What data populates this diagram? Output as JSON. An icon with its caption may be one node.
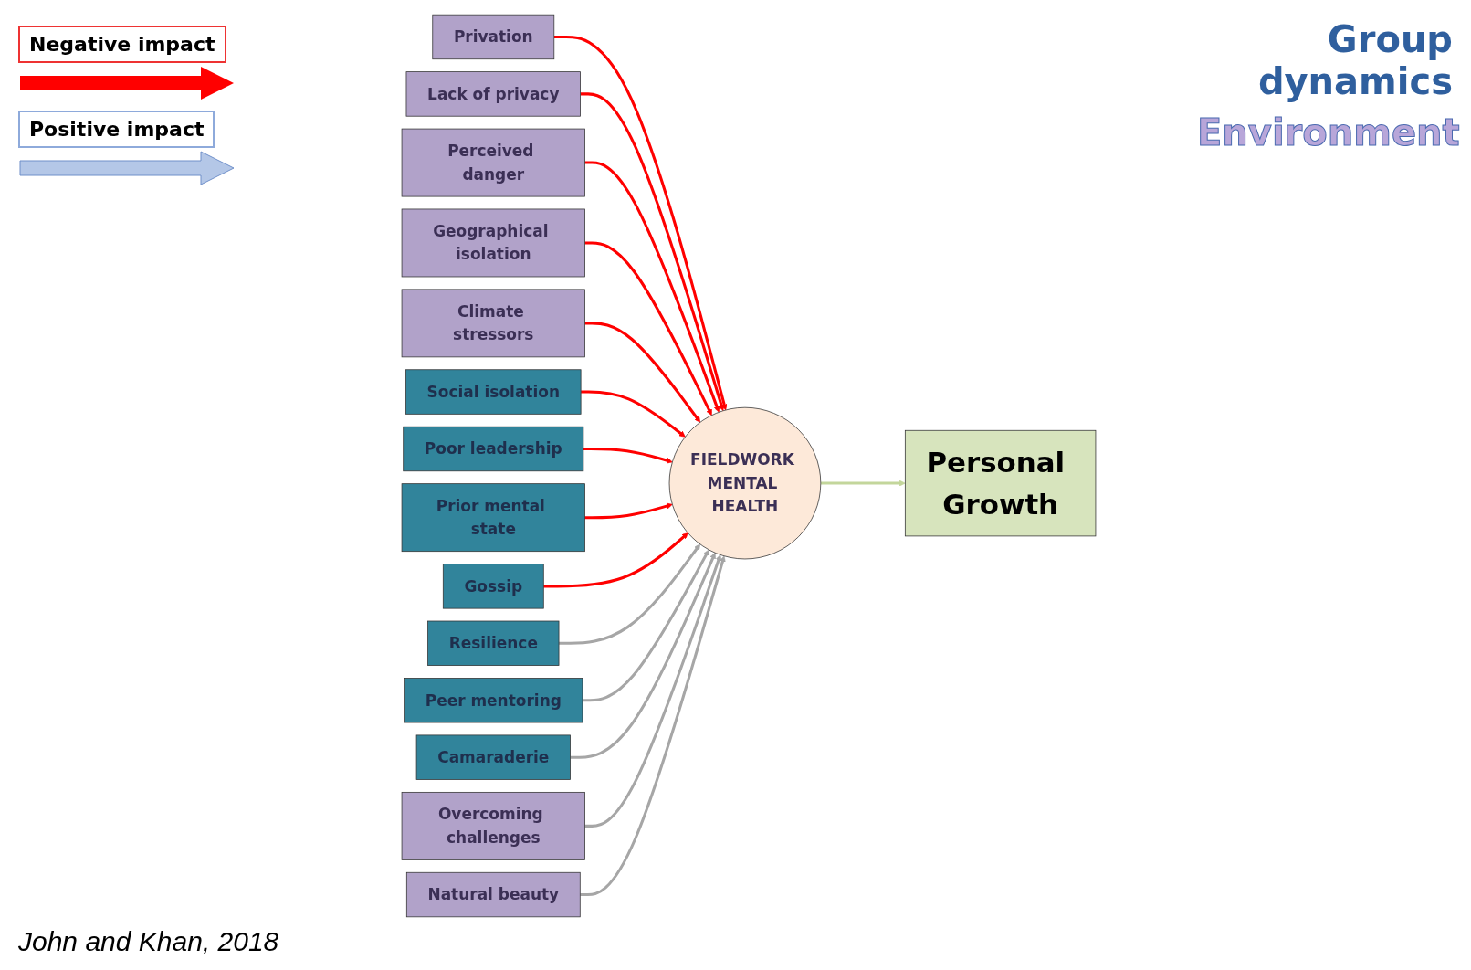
{
  "diagram": {
    "caption": "John and Khan, 2018",
    "nodes": [
      {
        "text": [
          "FIELDWORK MENTAL HEALTH"
        ]
      },
      {
        "text": [
          "Privation"
        ]
      },
      {
        "text": [
          "Lack of privacy"
        ]
      },
      {
        "text": [
          "Perceived danger"
        ]
      },
      {
        "text": [
          "Geographical isolation"
        ]
      },
      {
        "text": [
          "Climate stressors"
        ]
      },
      {
        "text": [
          "Social isolation"
        ]
      },
      {
        "text": [
          "Poor leadership"
        ]
      },
      {
        "text": [
          "Prior mental state"
        ]
      },
      {
        "text": [
          "Gossip"
        ]
      },
      {
        "text": [
          "Resilience"
        ]
      },
      {
        "text": [
          "Peer mentoring"
        ]
      },
      {
        "text": [
          "Camaraderie"
        ]
      },
      {
        "text": [
          "Overcoming challenges"
        ]
      },
      {
        "text": [
          "Natural beauty"
        ]
      },
      {
        "text": [
          "Personal Growth"
        ]
      }
    ],
    "edges": [
      {
        "from": 1,
        "to": 0,
        "arrow": "to"
      },
      {
        "from": 2,
        "to": 0,
        "arrow": "to"
      },
      {
        "from": 3,
        "to": 0,
        "arrow": "to"
      },
      {
        "from": 4,
        "to": 0,
        "arrow": "to"
      },
      {
        "from": 5,
        "to": 0,
        "arrow": "to"
      },
      {
        "from": 6,
        "to": 0,
        "arrow": "to"
      },
      {
        "from": 7,
        "to": 0,
        "arrow": "to"
      },
      {
        "from": 8,
        "to": 0,
        "arrow": "to"
      },
      {
        "from": 9,
        "to": 0,
        "arrow": "to"
      },
      {
        "from": 10,
        "to": 0,
        "arrow": "to",
        "color": "#a6a6a6"
      },
      {
        "from": 11,
        "to": 0,
        "arrow": "to",
        "color": "#a6a6a6"
      },
      {
        "from": 12,
        "to": 0,
        "arrow": "to",
        "color": "#a6a6a6"
      },
      {
        "from": 13,
        "to": 0,
        "arrow": "to",
        "color": "#a6a6a6"
      },
      {
        "from": 14,
        "to": 0,
        "arrow": "to",
        "color": "#a6a6a6"
      },
      {
        "from": 0,
        "to": 15,
        "arrow": "to",
        "color": "#c3d69b"
      }
    ],
    "labels": [
      "Group dynamics",
      "Environment"
    ],
    "legend": [
      {
        "text": "Negative impact"
      },
      {
        "text": "Positive impact"
      }
    ]
  }
}
